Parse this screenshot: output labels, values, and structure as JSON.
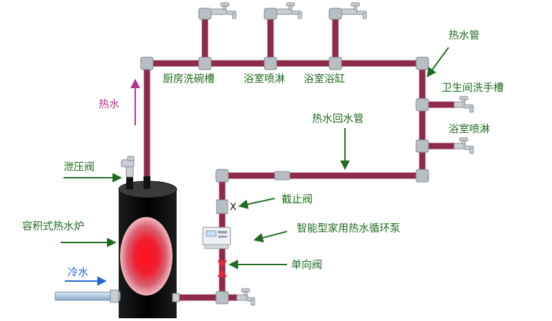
{
  "labels": {
    "kitchen_sink": "厨房洗碗槽",
    "bathroom_shower_top": "浴室喷淋",
    "bathtub": "浴室浴缸",
    "hot_water_pipe": "热水管",
    "washbasin": "卫生间洗手槽",
    "bathroom_shower_side": "浴室喷淋",
    "return_pipe": "热水回水管",
    "hot_water_arrow": "热水",
    "relief_valve": "泄压阀",
    "stop_valve": "截止阀",
    "water_heater": "容积式热水炉",
    "circulation_pump": "智能型家用热水循环泵",
    "cold_water": "冷水",
    "check_valve": "单向阀",
    "stop_valve_mark": "X"
  },
  "colors": {
    "pipe": "#8e2a4a",
    "fitting": "#b9bec4",
    "label_green": "#1f6b1f",
    "cold_blue": "#2266cc",
    "hot_magenta": "#b5338a",
    "heater_body": "#0a0a0a",
    "heater_core": "#ff1020",
    "check_valve": "#e0283a"
  }
}
